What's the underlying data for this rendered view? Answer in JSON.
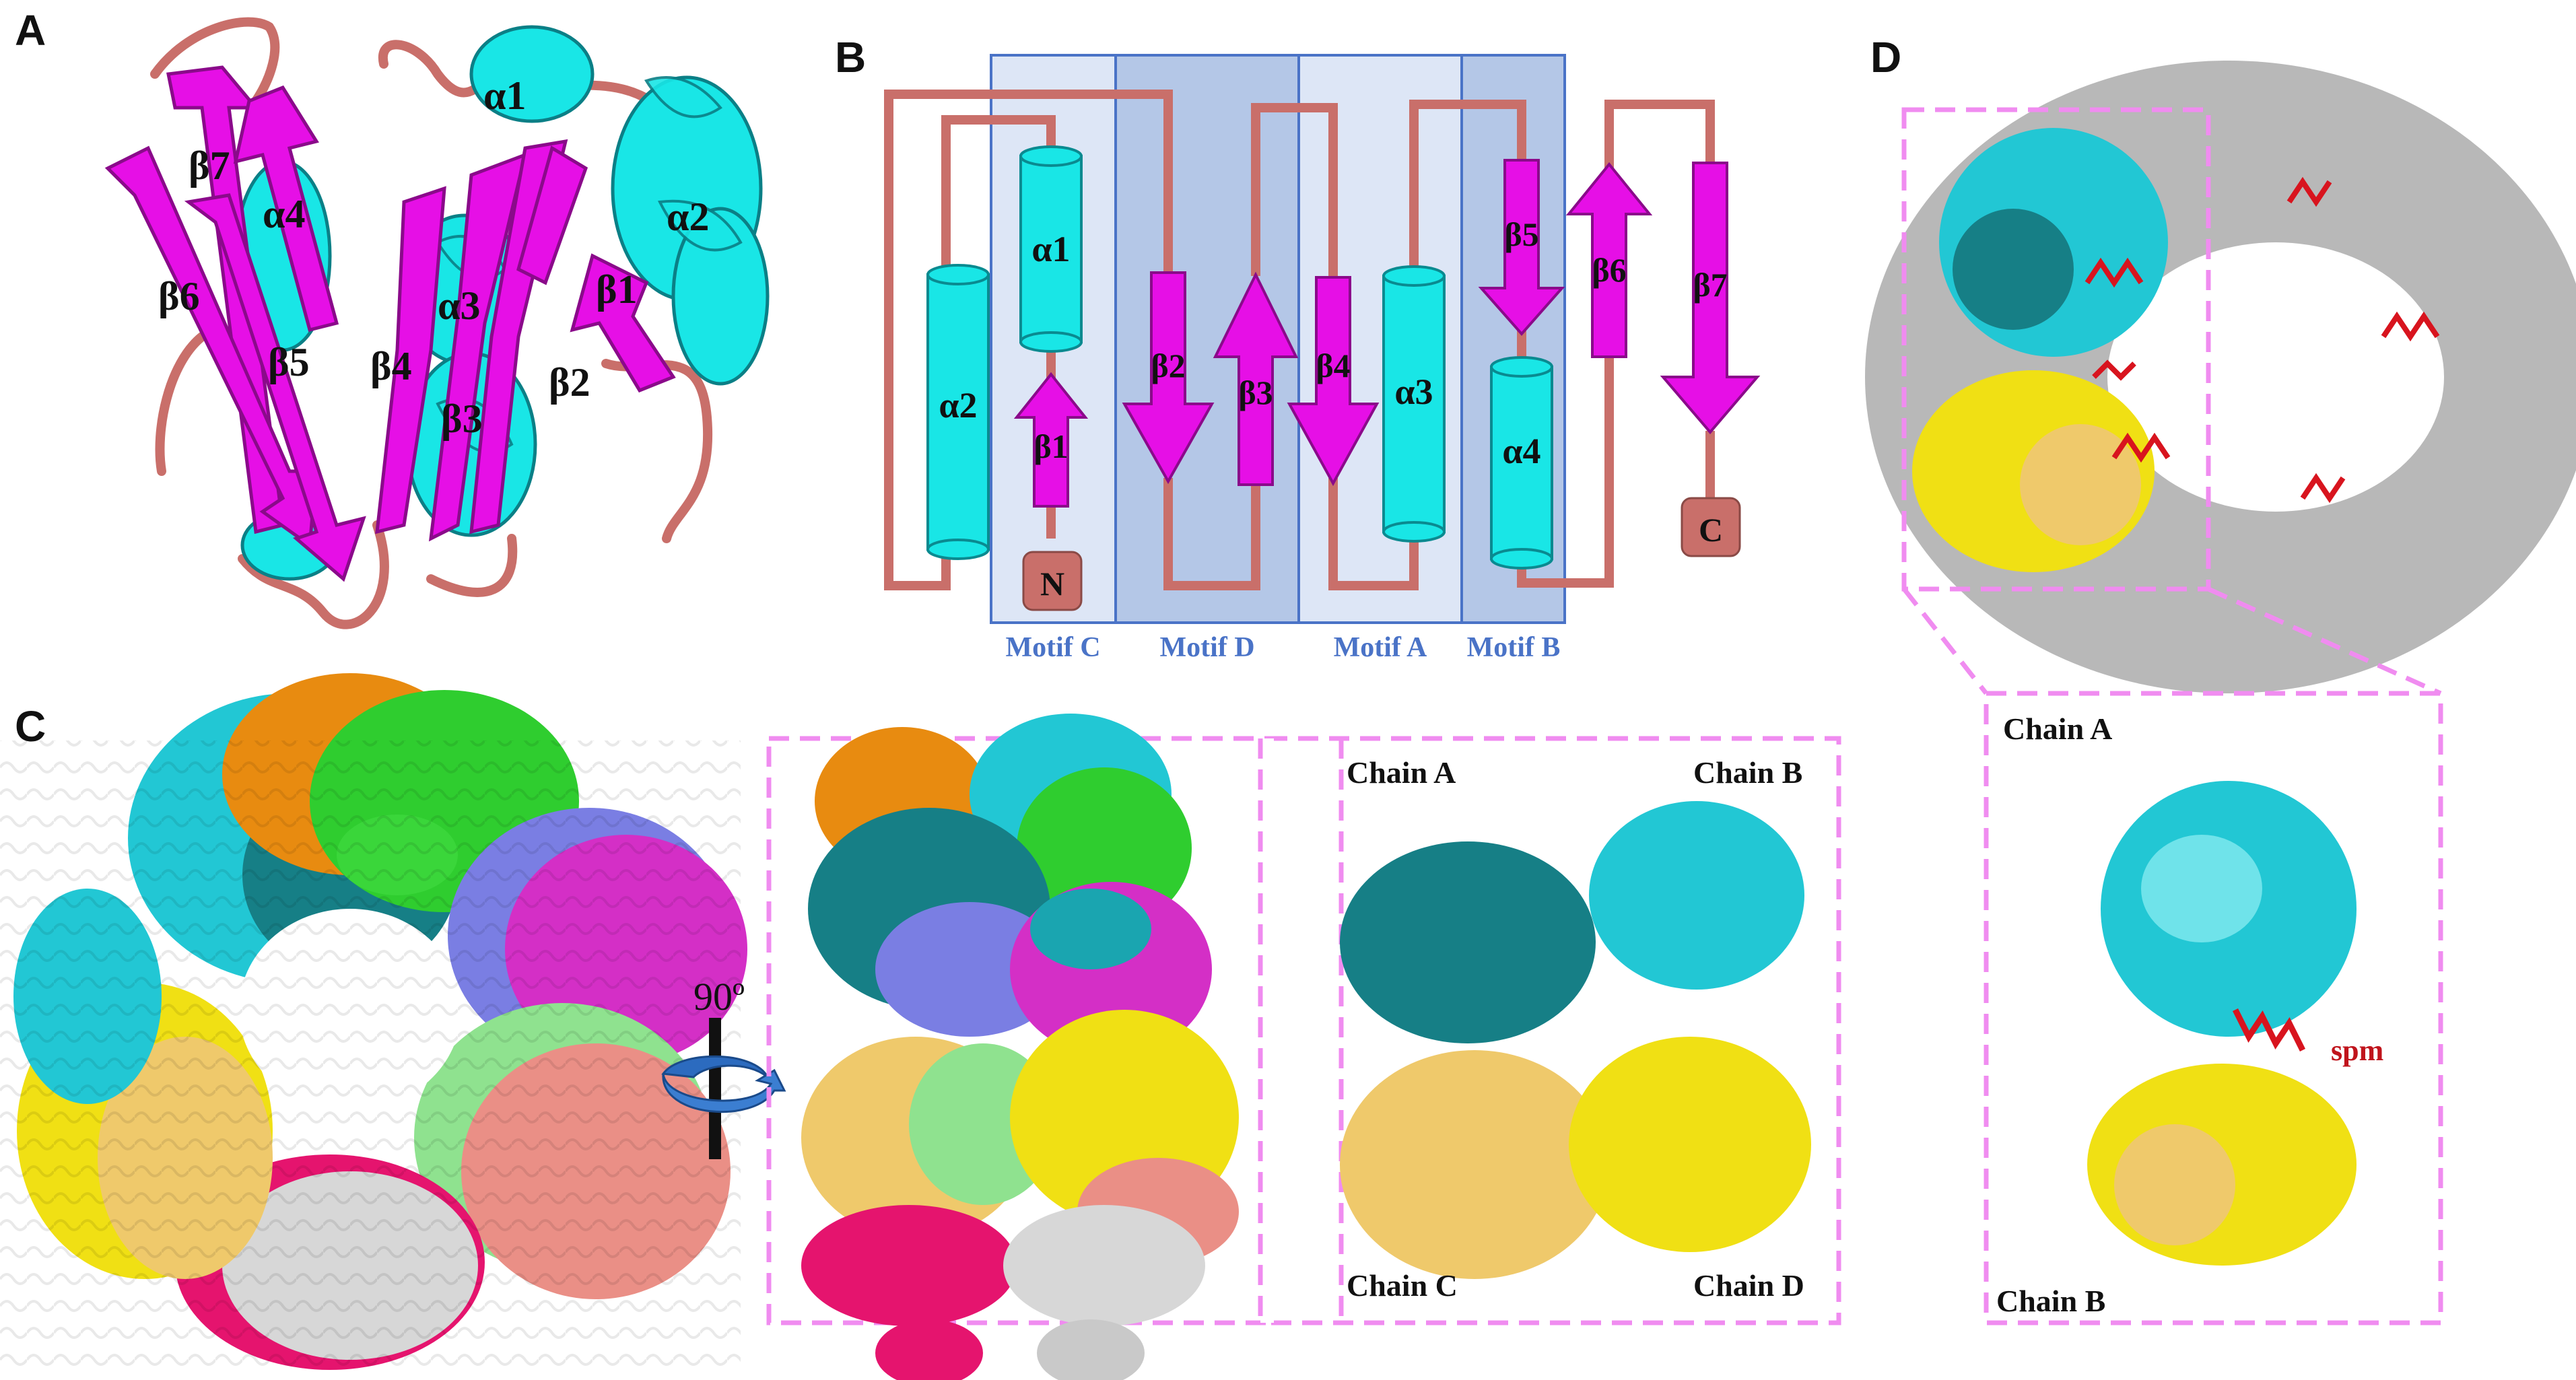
{
  "panels": {
    "A": "A",
    "B": "B",
    "C": "C",
    "D": "D"
  },
  "panel_a": {
    "labels": [
      "α1",
      "α2",
      "α3",
      "α4",
      "β1",
      "β2",
      "β3",
      "β4",
      "β5",
      "β6",
      "β7"
    ]
  },
  "panel_b": {
    "motifs": [
      "Motif C",
      "Motif D",
      "Motif A",
      "Motif B"
    ],
    "helices": [
      "α1",
      "α2",
      "α3",
      "α4"
    ],
    "strands": [
      "β1",
      "β2",
      "β3",
      "β4",
      "β5",
      "β6",
      "β7"
    ],
    "n_term": "N",
    "c_term": "C"
  },
  "panel_c": {
    "rotation": "90º",
    "chains": [
      "Chain A",
      "Chain B",
      "Chain C",
      "Chain D"
    ]
  },
  "panel_d": {
    "chains": [
      "Chain A",
      "Chain B"
    ],
    "ligand": "spm"
  },
  "colors": {
    "helix": "#19e6e6",
    "strand": "#e60fe6",
    "loop": "#c96f6a",
    "motif_light": "#dde6f6",
    "motif_dark": "#b4c7e7",
    "motif_border": "#4a73c7",
    "dash": "#f08cf0",
    "ligand": "#d8141e",
    "teal": "#167f86",
    "cyan": "#22c7d4",
    "yellow": "#f0e014",
    "gold": "#efc96b",
    "grey": "#b8b8b8"
  }
}
